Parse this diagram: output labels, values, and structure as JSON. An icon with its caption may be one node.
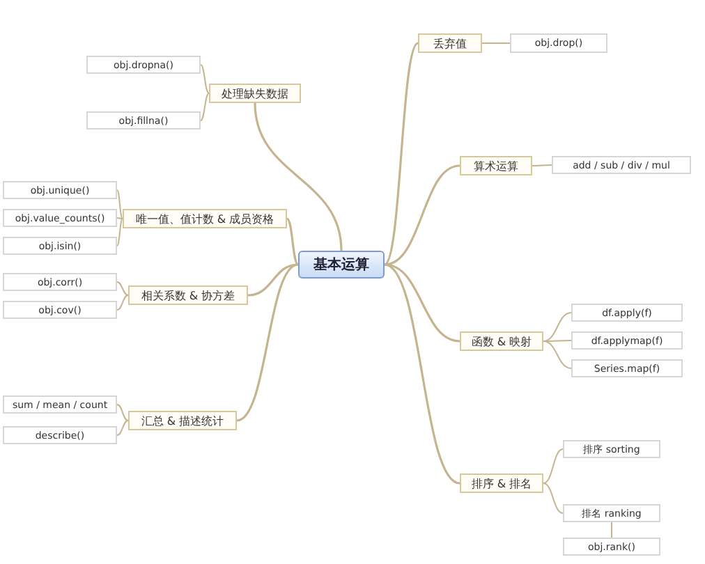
{
  "diagram": {
    "nodes": [
      {
        "text": [
          "基本运算"
        ]
      },
      {
        "text": [
          "丢弃值"
        ]
      },
      {
        "text": [
          "处理缺失数据"
        ]
      },
      {
        "text": [
          "算术运算"
        ]
      },
      {
        "text": [
          "唯一值、值计数 & 成员资格"
        ]
      },
      {
        "text": [
          "相关系数 & 协方差"
        ]
      },
      {
        "text": [
          "汇总 & 描述统计"
        ]
      },
      {
        "text": [
          "函数 & 映射"
        ]
      },
      {
        "text": [
          "排序 & 排名"
        ]
      },
      {
        "text": [
          "obj.drop()"
        ]
      },
      {
        "text": [
          "obj.dropna()"
        ]
      },
      {
        "text": [
          "obj.fillna()"
        ]
      },
      {
        "text": [
          "obj.unique()"
        ]
      },
      {
        "text": [
          "obj.value_counts()"
        ]
      },
      {
        "text": [
          "obj.isin()"
        ]
      },
      {
        "text": [
          "obj.corr()"
        ]
      },
      {
        "text": [
          "obj.cov()"
        ]
      },
      {
        "text": [
          "sum / mean / count"
        ]
      },
      {
        "text": [
          "describe()"
        ]
      },
      {
        "text": [
          "add / sub / div / mul"
        ]
      },
      {
        "text": [
          "df.apply(f)"
        ]
      },
      {
        "text": [
          "df.applymap(f)"
        ]
      },
      {
        "text": [
          "Series.map(f)"
        ]
      },
      {
        "text": [
          "排序 sorting"
        ]
      },
      {
        "text": [
          "排名 ranking"
        ]
      },
      {
        "text": [
          "obj.rank()"
        ]
      }
    ],
    "edges": [
      {
        "from": 0,
        "to": 1,
        "arrow": "none"
      },
      {
        "from": 0,
        "to": 2,
        "arrow": "none"
      },
      {
        "from": 0,
        "to": 3,
        "arrow": "none"
      },
      {
        "from": 0,
        "to": 4,
        "arrow": "none"
      },
      {
        "from": 0,
        "to": 5,
        "arrow": "none"
      },
      {
        "from": 0,
        "to": 6,
        "arrow": "none"
      },
      {
        "from": 0,
        "to": 7,
        "arrow": "none"
      },
      {
        "from": 0,
        "to": 8,
        "arrow": "none"
      },
      {
        "from": 1,
        "to": 9,
        "arrow": "none"
      },
      {
        "from": 2,
        "to": 10,
        "arrow": "none"
      },
      {
        "from": 2,
        "to": 11,
        "arrow": "none"
      },
      {
        "from": 4,
        "to": 12,
        "arrow": "none"
      },
      {
        "from": 4,
        "to": 13,
        "arrow": "none"
      },
      {
        "from": 4,
        "to": 14,
        "arrow": "none"
      },
      {
        "from": 5,
        "to": 15,
        "arrow": "none"
      },
      {
        "from": 5,
        "to": 16,
        "arrow": "none"
      },
      {
        "from": 6,
        "to": 17,
        "arrow": "none"
      },
      {
        "from": 6,
        "to": 18,
        "arrow": "none"
      },
      {
        "from": 3,
        "to": 19,
        "arrow": "none"
      },
      {
        "from": 7,
        "to": 20,
        "arrow": "none"
      },
      {
        "from": 7,
        "to": 21,
        "arrow": "none"
      },
      {
        "from": 7,
        "to": 22,
        "arrow": "none"
      },
      {
        "from": 8,
        "to": 23,
        "arrow": "none"
      },
      {
        "from": 8,
        "to": 24,
        "arrow": "none"
      },
      {
        "from": 24,
        "to": 25,
        "arrow": "none"
      }
    ]
  }
}
